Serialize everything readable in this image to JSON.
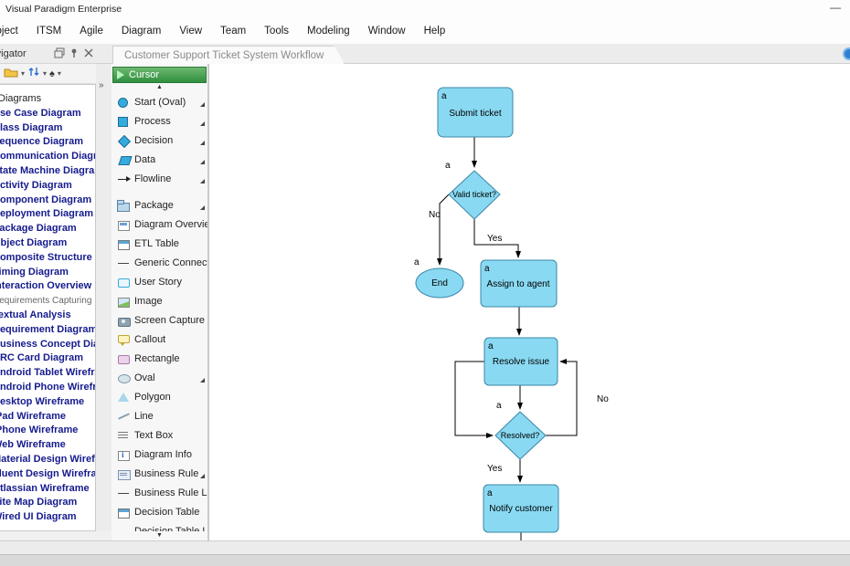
{
  "window": {
    "title": "Visual Paradigm Enterprise"
  },
  "ui_glyphs": {
    "minimize": "—",
    "caret": "▾",
    "chevron": "»",
    "scroll_up": "▲",
    "scroll_down": "▼",
    "spade": "♠"
  },
  "menu_bar": {
    "items": [
      "Project",
      "ITSM",
      "Agile",
      "Diagram",
      "View",
      "Team",
      "Tools",
      "Modeling",
      "Window",
      "Help"
    ]
  },
  "navigator_panel": {
    "title": "Diagram Navigator",
    "toolbar_icons": [
      "open-folder-icon",
      "sort-icon",
      "model-structure-icon"
    ],
    "items": [
      {
        "label": "Diagrams",
        "style": "root"
      },
      {
        "label": "Use Case Diagram",
        "style": "bold"
      },
      {
        "label": "Class Diagram",
        "style": "bold"
      },
      {
        "label": "Sequence Diagram",
        "style": "bold"
      },
      {
        "label": "Communication Diagram",
        "style": "bold"
      },
      {
        "label": "State Machine Diagram",
        "style": "bold"
      },
      {
        "label": "Activity Diagram",
        "style": "bold"
      },
      {
        "label": "Component Diagram",
        "style": "bold"
      },
      {
        "label": "Deployment Diagram",
        "style": "bold"
      },
      {
        "label": "Package Diagram",
        "style": "bold"
      },
      {
        "label": "Object Diagram",
        "style": "bold"
      },
      {
        "label": "Composite Structure Diagram",
        "style": "bold"
      },
      {
        "label": "Timing Diagram",
        "style": "bold"
      },
      {
        "label": "Interaction Overview Diagram",
        "style": "bold"
      },
      {
        "label": "Requirements Capturing",
        "style": "category"
      },
      {
        "label": "Textual Analysis",
        "style": "bold"
      },
      {
        "label": "Requirement Diagram",
        "style": "bold"
      },
      {
        "label": "Business Concept Diagram",
        "style": "bold"
      },
      {
        "label": "CRC Card Diagram",
        "style": "bold"
      },
      {
        "label": "Android Tablet Wireframe",
        "style": "bold"
      },
      {
        "label": "Android Phone Wireframe",
        "style": "bold"
      },
      {
        "label": "Desktop Wireframe",
        "style": "bold"
      },
      {
        "label": "iPad Wireframe",
        "style": "bold"
      },
      {
        "label": "iPhone Wireframe",
        "style": "bold"
      },
      {
        "label": "Web Wireframe",
        "style": "bold"
      },
      {
        "label": "Material Design Wireframe",
        "style": "bold"
      },
      {
        "label": "Fluent Design Wireframe",
        "style": "bold"
      },
      {
        "label": "Atlassian Wireframe",
        "style": "bold"
      },
      {
        "label": "Site Map Diagram",
        "style": "bold"
      },
      {
        "label": "Wired UI Diagram",
        "style": "bold"
      }
    ]
  },
  "tab_bar": {
    "active_tab": "Customer Support Ticket System Workflow"
  },
  "palette": {
    "selected": "Cursor",
    "selected_color": "#2f8f3f",
    "items": [
      {
        "label": "Start (Oval)",
        "icon": "start-oval",
        "submenu": true
      },
      {
        "label": "Process",
        "icon": "process",
        "submenu": true
      },
      {
        "label": "Decision",
        "icon": "decision",
        "submenu": true
      },
      {
        "label": "Data",
        "icon": "data",
        "submenu": true
      },
      {
        "label": "Flowline",
        "icon": "flowline",
        "submenu": true
      },
      {
        "label": "Package",
        "icon": "package",
        "submenu": true,
        "group_start": true
      },
      {
        "label": "Diagram Overview",
        "icon": "diagram-overview"
      },
      {
        "label": "ETL Table",
        "icon": "etl-table"
      },
      {
        "label": "Generic Connector",
        "icon": "generic-connector"
      },
      {
        "label": "User Story",
        "icon": "user-story"
      },
      {
        "label": "Image",
        "icon": "image"
      },
      {
        "label": "Screen Capture",
        "icon": "screen-capture"
      },
      {
        "label": "Callout",
        "icon": "callout"
      },
      {
        "label": "Rectangle",
        "icon": "rectangle"
      },
      {
        "label": "Oval",
        "icon": "oval",
        "submenu": true
      },
      {
        "label": "Polygon",
        "icon": "polygon"
      },
      {
        "label": "Line",
        "icon": "line"
      },
      {
        "label": "Text Box",
        "icon": "text-box"
      },
      {
        "label": "Diagram Info",
        "icon": "diagram-info"
      },
      {
        "label": "Business Rule",
        "icon": "business-rule",
        "submenu": true
      },
      {
        "label": "Business Rule Link",
        "icon": "business-rule-link"
      },
      {
        "label": "Decision Table",
        "icon": "decision-table"
      },
      {
        "label": "Decision Table Link",
        "icon": "decision-table-link"
      }
    ]
  },
  "diagram": {
    "node_fill": "#89d9f2",
    "node_stroke": "#3a86a8",
    "badge": "a",
    "nodes": {
      "submit": "Submit ticket",
      "valid": "Valid ticket?",
      "end": "End",
      "assign": "Assign to agent",
      "resolve": "Resolve issue",
      "resolved": "Resolved?",
      "notify": "Notify customer"
    },
    "edge_labels": {
      "valid_no": "No",
      "valid_yes": "Yes",
      "resolved_no": "No",
      "resolved_yes": "Yes"
    }
  }
}
